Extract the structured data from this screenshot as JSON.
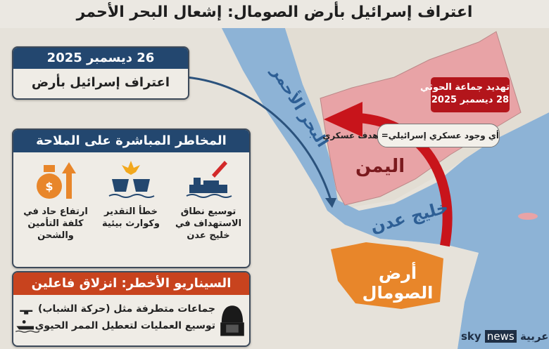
{
  "title": "اعتراف إسرائيل بأرض الصومال: إشعال البحر الأحمر",
  "event_box": {
    "date": "26 ديسمبر 2025",
    "text": "اعتراف إسرائيل بأرض الصومال"
  },
  "risks_box": {
    "header": "المخاطر المباشرة على الملاحة",
    "items": [
      {
        "icon": "ship-missile-icon",
        "label": "توسيع نطاق الاستهداف في خليج عدن"
      },
      {
        "icon": "ship-collision-icon",
        "label": "خطأ التقدير وكوارث بيئية"
      },
      {
        "icon": "money-bag-rising-icon",
        "label": "ارتفاع حاد في كلفة التأمين والشحن"
      }
    ]
  },
  "scenario_box": {
    "header": "السيناريو الأخطر: انزلاق فاعلين",
    "line1": "جماعات متطرفة مثل (حركة الشباب)",
    "line2": "توسيع العمليات لتعطيل الممر الحيوي"
  },
  "map_labels": {
    "red_sea": "البحر الأحمر",
    "yemen": "اليمن",
    "gulf_of_aden": "خليج عدن",
    "somaliland": "أرض الصومال"
  },
  "houthi_box": {
    "line1": "تهديد جماعة الحوثي",
    "line2": "28 ديسمبر 2025"
  },
  "quote": "أي وجود عسكري إسرائيلي= هدف عسكري",
  "logo": {
    "sky": "sky",
    "news": "news",
    "arabic": "عربية"
  },
  "colors": {
    "navy": "#23476f",
    "sea": "#8db3d6",
    "yemen": "#e8a3a6",
    "somaliland": "#e8862a",
    "threat_red": "#c8141b",
    "scenario": "#c8431e"
  }
}
